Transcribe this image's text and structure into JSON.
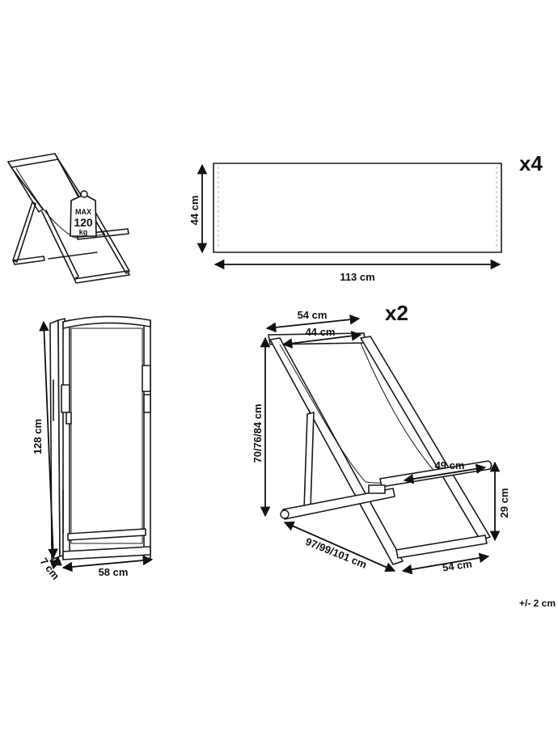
{
  "dimensions": {
    "fabric_height": "44 cm",
    "fabric_width": "113 cm",
    "folded_height": "128 cm",
    "folded_depth": "7 cm",
    "folded_width": "58 cm",
    "top_outer_width": "54 cm",
    "top_inner_width": "44 cm",
    "seat_height_options": "70/76/84 cm",
    "armrest_length": "49 cm",
    "armrest_height": "29 cm",
    "depth_options": "97/99/101 cm",
    "base_width": "54 cm"
  },
  "quantities": {
    "fabric_count": "x4",
    "chair_count": "x2"
  },
  "load_badge": {
    "max_label": "MAX",
    "value": "120",
    "unit": "kg"
  },
  "tolerance": "+/- 2 cm"
}
